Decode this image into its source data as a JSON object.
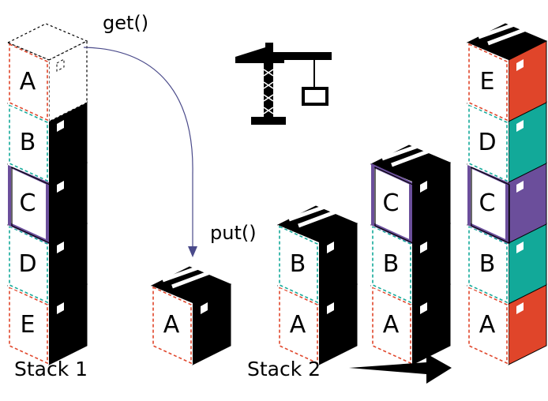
{
  "labels": {
    "get": "get()",
    "put": "put()",
    "stack1": "Stack 1",
    "stack2": "Stack 2"
  },
  "colors": {
    "ink": "#000000",
    "red": "#e0452a",
    "teal": "#12a999",
    "purple": "#6b4e9b",
    "curve": "#4a4a8a"
  },
  "groups": [
    {
      "name": "stack-1",
      "boxes": [
        {
          "letter": "E",
          "accent": "red"
        },
        {
          "letter": "D",
          "accent": "teal"
        },
        {
          "letter": "C",
          "accent": "purple"
        },
        {
          "letter": "B",
          "accent": "teal"
        },
        {
          "letter": "A",
          "accent": "red",
          "ghost": true
        }
      ]
    },
    {
      "name": "put-box",
      "boxes": [
        {
          "letter": "A",
          "accent": "red"
        }
      ]
    },
    {
      "name": "stack-2-step-1",
      "boxes": [
        {
          "letter": "A",
          "accent": "red"
        },
        {
          "letter": "B",
          "accent": "teal"
        }
      ]
    },
    {
      "name": "stack-2-step-2",
      "boxes": [
        {
          "letter": "A",
          "accent": "red"
        },
        {
          "letter": "B",
          "accent": "teal"
        },
        {
          "letter": "C",
          "accent": "purple"
        }
      ]
    },
    {
      "name": "stack-2-final",
      "boxes": [
        {
          "letter": "A",
          "accent": "red",
          "colored": true
        },
        {
          "letter": "B",
          "accent": "teal",
          "colored": true
        },
        {
          "letter": "C",
          "accent": "purple",
          "colored": true
        },
        {
          "letter": "D",
          "accent": "teal",
          "colored": true
        },
        {
          "letter": "E",
          "accent": "red",
          "colored": true
        }
      ]
    }
  ]
}
